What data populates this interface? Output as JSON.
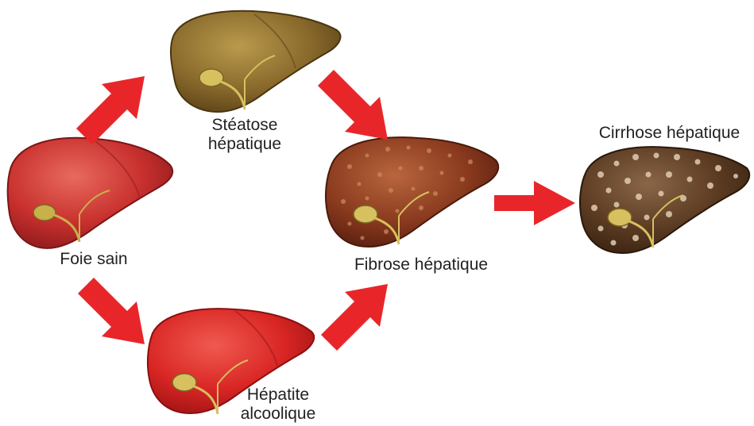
{
  "colors": {
    "arrow": "#e8262a",
    "healthy": "#c8302e",
    "steatosis": "#8a6a2c",
    "hepatitis": "#d92624",
    "fibrosis": "#8a3a1e",
    "cirrhosis": "#5b3b22",
    "gallbladder": "#c8b04a"
  },
  "stages": {
    "healthy": {
      "label": "Foie sain"
    },
    "steatosis": {
      "line1": "Stéatose",
      "line2": "hépatique"
    },
    "hepatitis": {
      "line1": "Hépatite",
      "line2": "alcoolique"
    },
    "fibrosis": {
      "label": "Fibrose hépatique"
    },
    "cirrhosis": {
      "label": "Cirrhose hépatique"
    }
  }
}
